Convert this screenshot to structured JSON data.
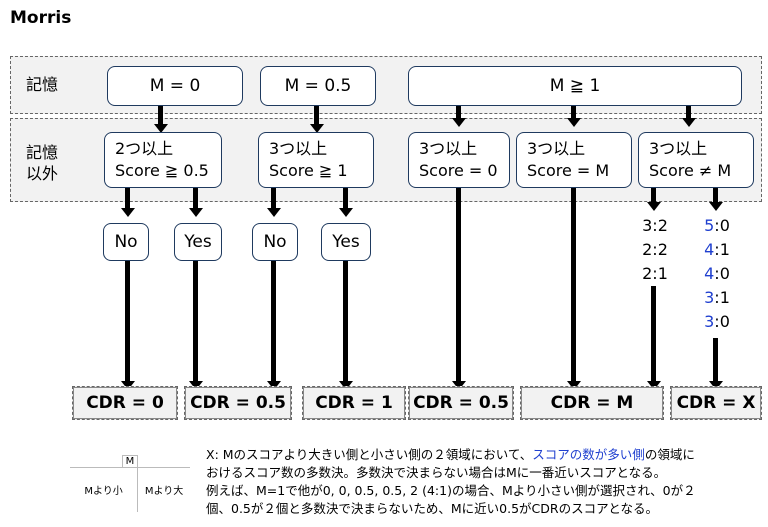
{
  "title": "Morris",
  "bands": {
    "memory_label": "記憶",
    "non_memory_label": [
      "記憶",
      "以外"
    ]
  },
  "memory_boxes": [
    "M = 0",
    "M = 0.5",
    "M ≧ 1"
  ],
  "nonmem_boxes": [
    [
      "2つ以上",
      "Score ≧ 0.5"
    ],
    [
      "3つ以上",
      "Score ≧ 1"
    ],
    [
      "3つ以上",
      "Score = 0"
    ],
    [
      "3つ以上",
      "Score = M"
    ],
    [
      "3つ以上",
      "Score ≠ M"
    ]
  ],
  "decisions": [
    "No",
    "Yes",
    "No",
    "Yes"
  ],
  "ratios_left": [
    "3:2",
    "2:2",
    "2:1"
  ],
  "ratios_right": [
    {
      "a": "5",
      "b": "0"
    },
    {
      "a": "4",
      "b": "1"
    },
    {
      "a": "4",
      "b": "0"
    },
    {
      "a": "3",
      "b": "1"
    },
    {
      "a": "3",
      "b": "0"
    }
  ],
  "cdr": [
    "CDR = 0",
    "CDR = 0.5",
    "CDR = 1",
    "CDR = 0.5",
    "CDR = M",
    "CDR = X"
  ],
  "legend_table": {
    "top": "M",
    "left": "Mより小",
    "right": "Mより大"
  },
  "note": {
    "line1_a": "X: Mのスコアより大きい側と小さい側の２領域において、",
    "line1_b": "スコアの数が多い側",
    "line1_c": "の領域に",
    "line2": "おけるスコア数の多数決。多数決で決まらない場合はMに一番近いスコアとなる。",
    "line3": "例えば、M=1で他が0, 0, 0.5, 0.5, 2 (4:1)の場合、Mより小さい側が選択され、0が２",
    "line4": "個、0.5が２個と多数決で決まらないため、Mに近い0.5がCDRのスコアとなる。"
  },
  "colors": {
    "accent_blue": "#1f3fcf",
    "box_border": "#1f3a5f",
    "band_bg": "#f2f2f2"
  }
}
